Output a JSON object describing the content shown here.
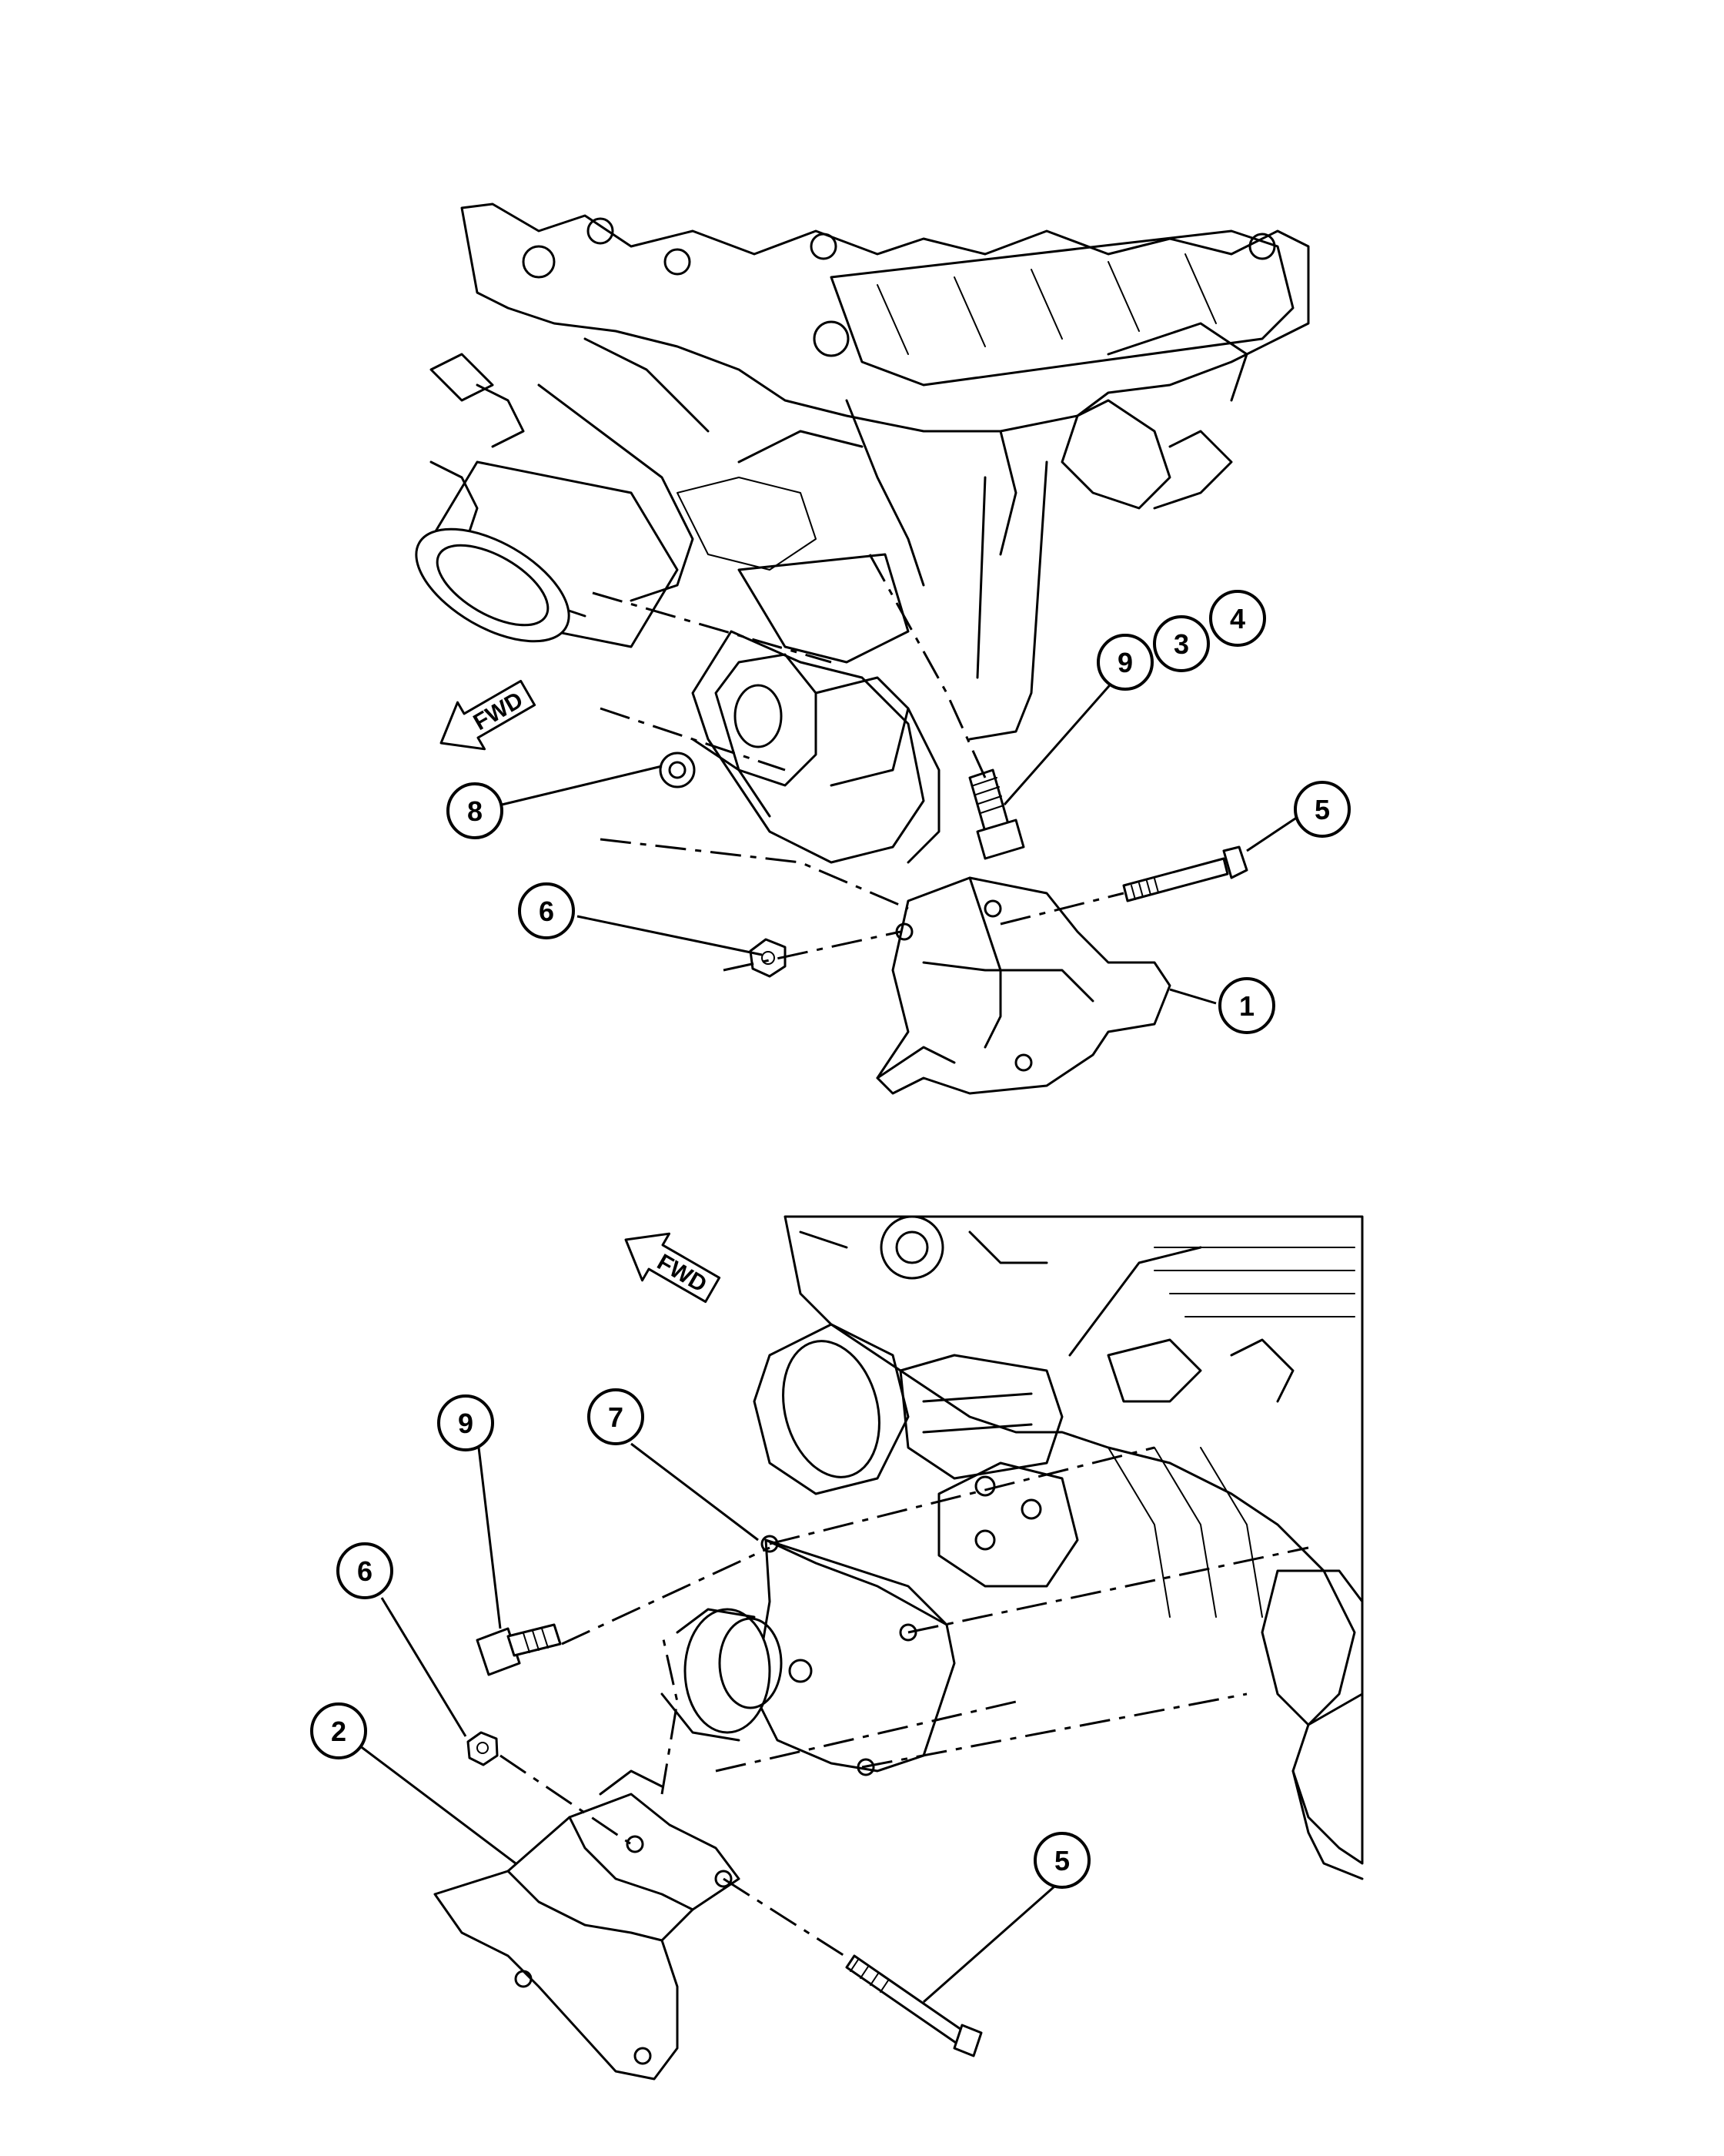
{
  "figure_top": {
    "fwd_label": "FWD",
    "callouts": [
      "1",
      "3",
      "4",
      "5",
      "6",
      "8",
      "9"
    ]
  },
  "figure_bottom": {
    "fwd_label": "FWD",
    "callouts": [
      "2",
      "5",
      "6",
      "7",
      "9"
    ]
  }
}
